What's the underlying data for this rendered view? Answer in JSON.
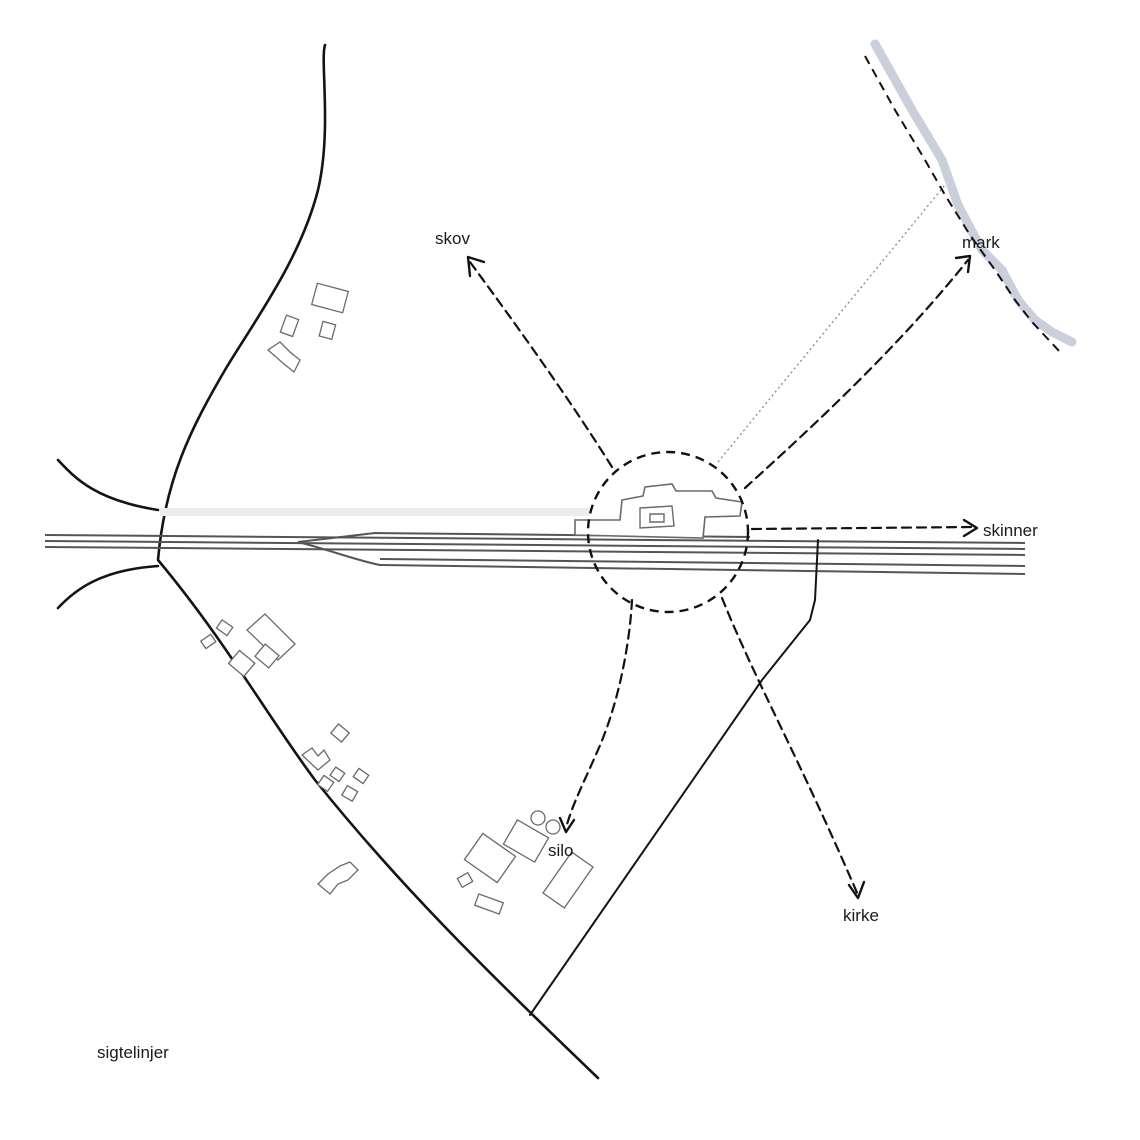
{
  "labels": {
    "skov": "skov",
    "mark": "mark",
    "skinner": "skinner",
    "silo": "silo",
    "kirke": "kirke",
    "caption": "sigtelinjer"
  },
  "colors": {
    "ink": "#141414",
    "building": "#6a6a6a",
    "forest_edge": "#c9d0dc",
    "background": "#ffffff"
  }
}
